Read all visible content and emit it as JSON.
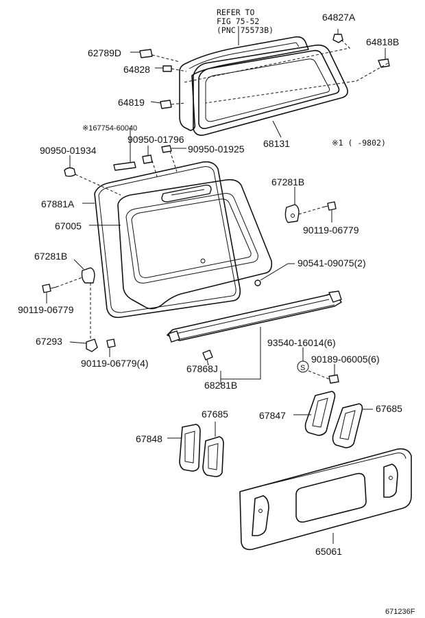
{
  "diagram": {
    "drawing_id": "671236F",
    "note_refer": [
      "REFER TO",
      "FIG 75-52",
      "(PNC 75573B)"
    ],
    "note_marker": "※1 ( -9802)",
    "labels": {
      "p64827A": "64827A",
      "p64818B": "64818B",
      "p62789D": "62789D",
      "p64828": "64828",
      "p64819": "64819",
      "p68131": "68131",
      "p167754": "※167754-60040",
      "p90950_01796": "90950-01796",
      "p90950_01934": "90950-01934",
      "p90950_01925": "90950-01925",
      "p67281B_r": "67281B",
      "p67881A": "67881A",
      "p67005": "67005",
      "p90119_r": "90119-06779",
      "p67281B_l": "67281B",
      "p90541": "90541-09075(2)",
      "p90119_l": "90119-06779",
      "p67293": "67293",
      "p90119_4": "90119-06779(4)",
      "p93540": "93540-16014(6)",
      "p90189": "90189-06005(6)",
      "p67868J": "67868J",
      "p68281B": "68281B",
      "p67685_l": "67685",
      "p67847": "67847",
      "p67685_r": "67685",
      "p67848": "67848",
      "p65061": "65061",
      "s_marker": "S"
    }
  }
}
